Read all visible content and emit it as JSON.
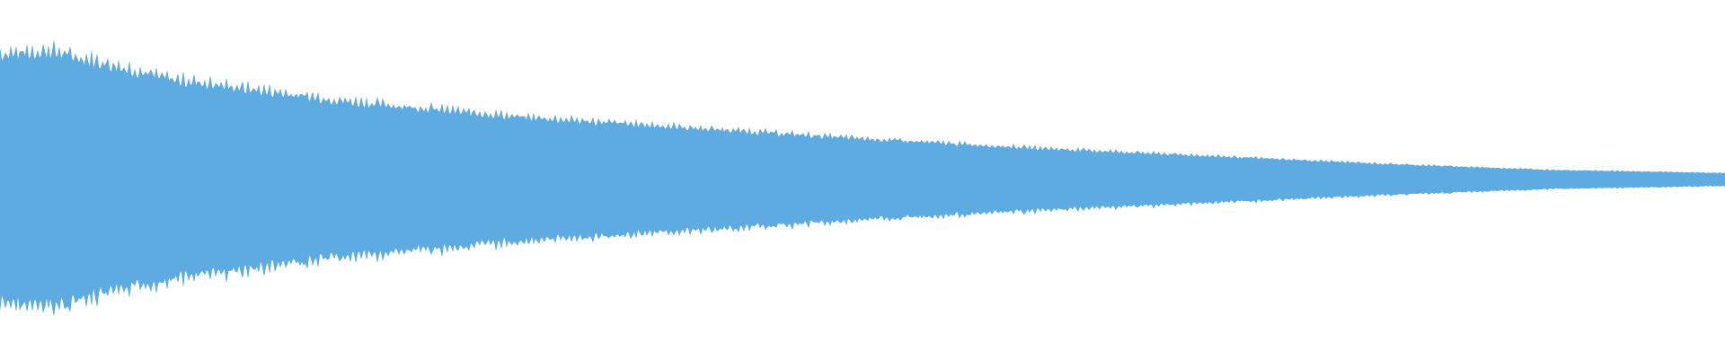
{
  "chart_data": {
    "type": "area",
    "description_style": "audio-waveform",
    "color": "#5DABE1",
    "background": "#FFFFFF",
    "grid": false,
    "legend": "none",
    "x": [
      0,
      0.03,
      0.1,
      0.2,
      0.3,
      0.4,
      0.5,
      0.6,
      0.7,
      0.8,
      0.9,
      1.0
    ],
    "envelope": [
      0.8,
      0.82,
      0.64,
      0.5,
      0.4,
      0.33,
      0.26,
      0.2,
      0.15,
      0.1,
      0.06,
      0.04
    ],
    "ylim": [
      -1,
      1
    ],
    "xlim": [
      0,
      1
    ]
  }
}
